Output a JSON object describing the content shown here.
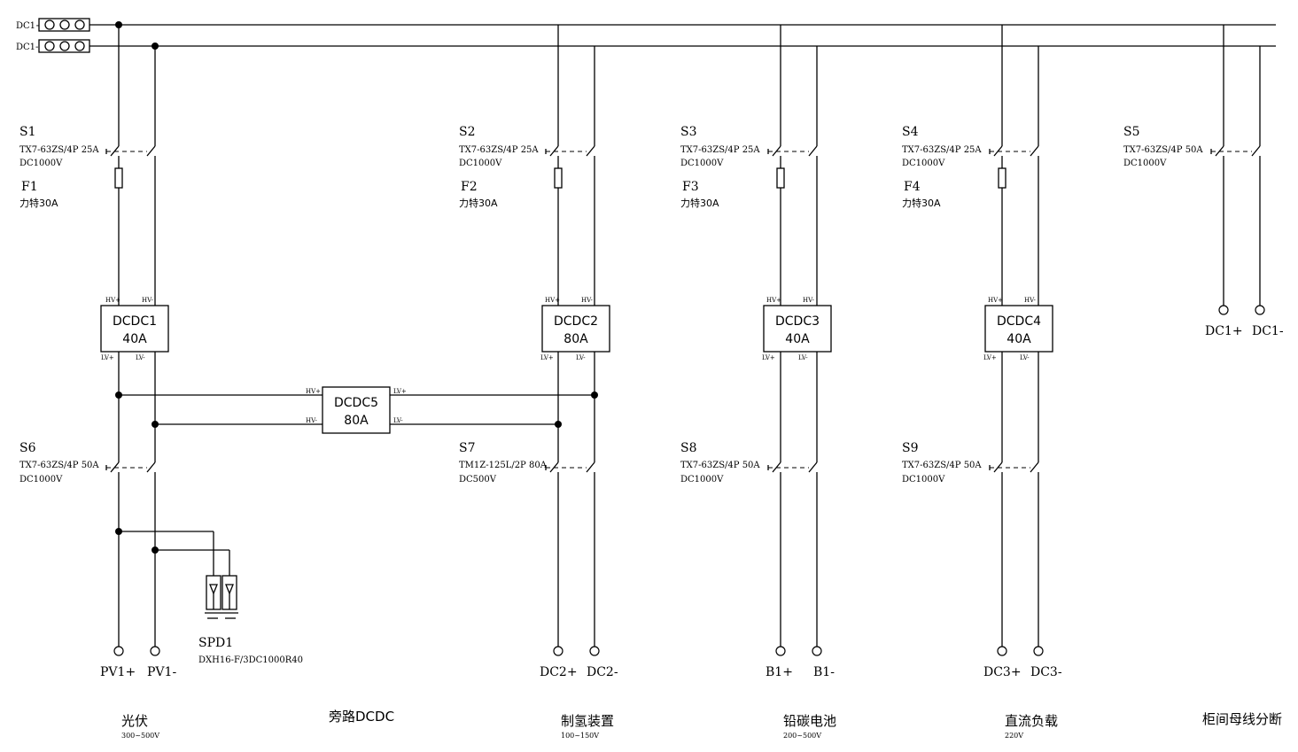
{
  "bus": {
    "pos": "DC1+",
    "neg": "DC1-"
  },
  "switches": [
    {
      "id": "S1",
      "model": "TX7-63ZS/4P 25A",
      "rating": "DC1000V"
    },
    {
      "id": "S2",
      "model": "TX7-63ZS/4P 25A",
      "rating": "DC1000V"
    },
    {
      "id": "S3",
      "model": "TX7-63ZS/4P 25A",
      "rating": "DC1000V"
    },
    {
      "id": "S4",
      "model": "TX7-63ZS/4P 25A",
      "rating": "DC1000V"
    },
    {
      "id": "S5",
      "model": "TX7-63ZS/4P 50A",
      "rating": "DC1000V"
    },
    {
      "id": "S6",
      "model": "TX7-63ZS/4P 50A",
      "rating": "DC1000V"
    },
    {
      "id": "S7",
      "model": "TM1Z-125L/2P 80A",
      "rating": "DC500V"
    },
    {
      "id": "S8",
      "model": "TX7-63ZS/4P 50A",
      "rating": "DC1000V"
    },
    {
      "id": "S9",
      "model": "TX7-63ZS/4P 50A",
      "rating": "DC1000V"
    }
  ],
  "fuses": [
    {
      "id": "F1",
      "spec": "力特30A"
    },
    {
      "id": "F2",
      "spec": "力特30A"
    },
    {
      "id": "F3",
      "spec": "力特30A"
    },
    {
      "id": "F4",
      "spec": "力特30A"
    }
  ],
  "converters": [
    {
      "id": "DCDC1",
      "rating": "40A"
    },
    {
      "id": "DCDC2",
      "rating": "80A"
    },
    {
      "id": "DCDC3",
      "rating": "40A"
    },
    {
      "id": "DCDC4",
      "rating": "40A"
    },
    {
      "id": "DCDC5",
      "rating": "80A"
    }
  ],
  "pins": {
    "hv_pos": "HV+",
    "hv_neg": "HV-",
    "lv_pos": "LV+",
    "lv_neg": "LV-"
  },
  "spd": {
    "id": "SPD1",
    "model": "DXH16-F/3DC1000R40"
  },
  "terminals": {
    "pv_pos": "PV1+",
    "pv_neg": "PV1-",
    "dc2_pos": "DC2+",
    "dc2_neg": "DC2-",
    "b1_pos": "B1+",
    "b1_neg": "B1-",
    "dc3_pos": "DC3+",
    "dc3_neg": "DC3-",
    "dc1_pos": "DC1+",
    "dc1_neg": "DC1-"
  },
  "sections": [
    {
      "name": "光伏",
      "voltage": "300~500V"
    },
    {
      "name": "旁路DCDC",
      "voltage": ""
    },
    {
      "name": "制氢装置",
      "voltage": "100~150V"
    },
    {
      "name": "铅碳电池",
      "voltage": "200~500V"
    },
    {
      "name": "直流负载",
      "voltage": "220V"
    },
    {
      "name": "柜间母线分断",
      "voltage": ""
    }
  ]
}
